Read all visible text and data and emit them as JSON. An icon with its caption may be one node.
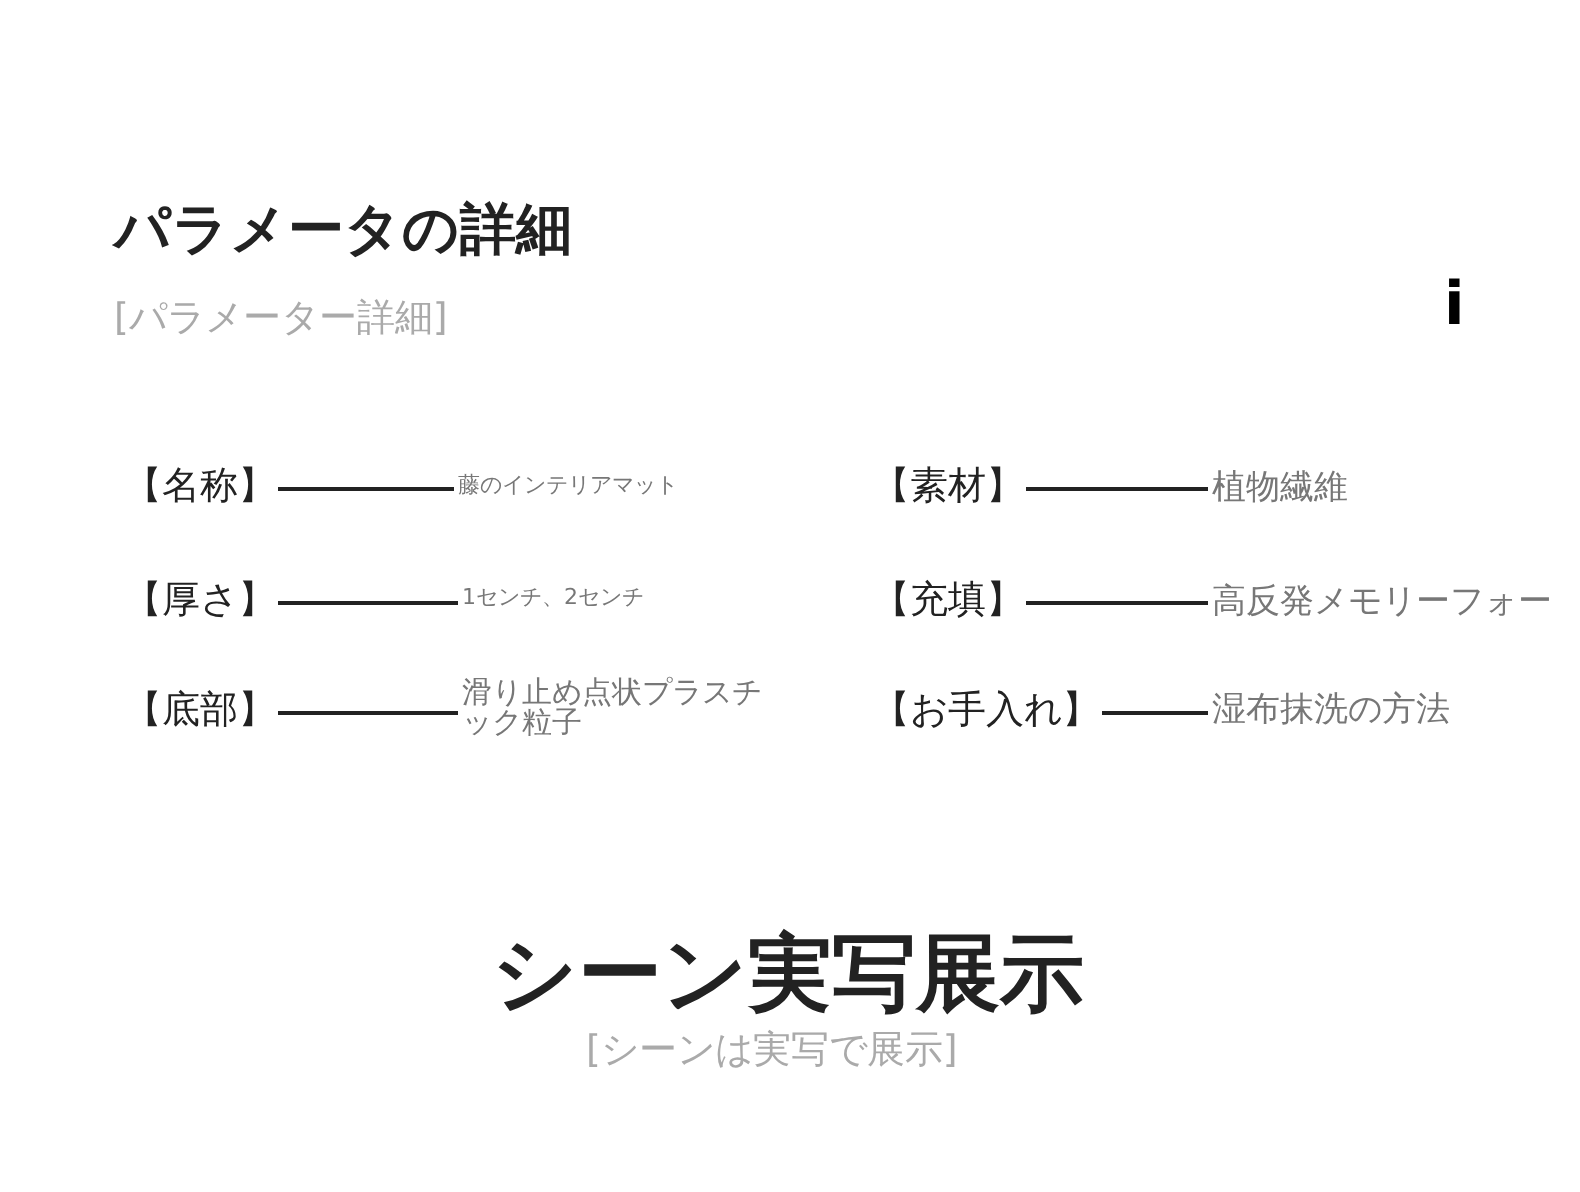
{
  "diagram": {
    "nodes": [
      {
        "text": [
          "【名称】"
        ]
      },
      {
        "text": [
          "藤のインテリアマット"
        ]
      },
      {
        "text": [
          "【素材】"
        ]
      },
      {
        "text": [
          "植物繊維"
        ]
      },
      {
        "text": [
          "【厚さ】"
        ]
      },
      {
        "text": [
          "1センチ、2センチ"
        ]
      },
      {
        "text": [
          "【充填】"
        ]
      },
      {
        "text": [
          "高反発メモリーフォー"
        ]
      },
      {
        "text": [
          "【底部】"
        ]
      },
      {
        "text": [
          "滑り止め点状プラスチック粒子"
        ]
      },
      {
        "text": [
          "【お手入れ】"
        ]
      },
      {
        "text": [
          "湿布抹洗の方法"
        ]
      }
    ],
    "edges": [
      {
        "from": 0,
        "to": 1,
        "arrow": "none"
      },
      {
        "from": 2,
        "to": 3,
        "arrow": "none"
      },
      {
        "from": 4,
        "to": 5,
        "arrow": "none"
      },
      {
        "from": 6,
        "to": 7,
        "arrow": "none"
      },
      {
        "from": 8,
        "to": 9,
        "arrow": "none"
      },
      {
        "from": 10,
        "to": 11,
        "arrow": "none"
      }
    ],
    "labels": [
      "パラメータの詳細",
      "[パラメーター詳細]",
      "i",
      "シーン実写展示",
      "[シーンは実写で展示]"
    ]
  }
}
